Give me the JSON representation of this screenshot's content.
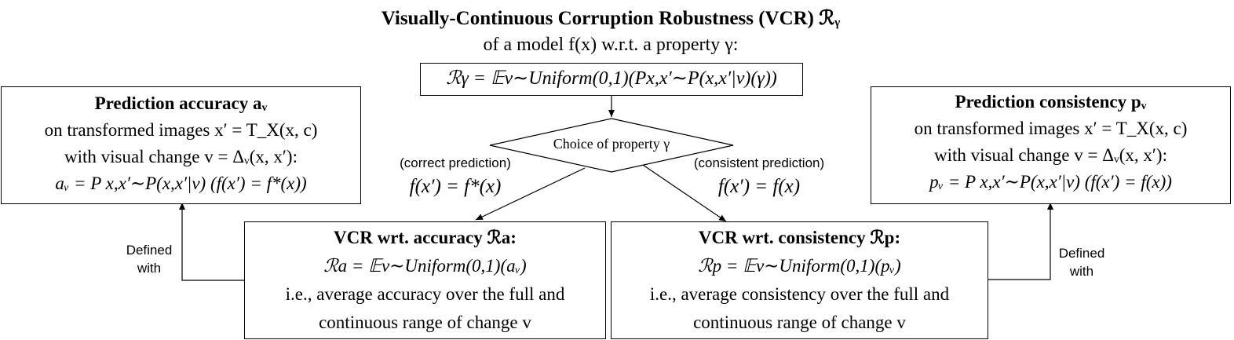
{
  "header": {
    "title": "Visually-Continuous Corruption Robustness (VCR) ℛᵧ",
    "subtitle": "of a model f(x) w.r.t. a property γ:",
    "formula": "ℛγ = 𝔼v∼Uniform(0,1)(Px,x′∼P(x,x′|v)(γ))"
  },
  "diamond": {
    "label": "Choice of property γ"
  },
  "branches": {
    "left_caption": "(correct prediction)",
    "left_formula": "f(x′) = f*(x)",
    "right_caption": "(consistent prediction)",
    "right_formula": "f(x′) = f(x)"
  },
  "accuracy_box": {
    "title": "Prediction accuracy aᵥ",
    "line1": "on transformed images x′ = T_X(x, c)",
    "line2": "with visual change v = Δᵥ(x, x′):",
    "line3": "aᵥ = P x,x′∼P(x,x′|v) (f(x′) = f*(x))"
  },
  "consistency_box": {
    "title": "Prediction consistency pᵥ",
    "line1": "on transformed images x′ = T_X(x, c)",
    "line2": "with visual change v = Δᵥ(x, x′):",
    "line3": "pᵥ = P x,x′∼P(x,x′|v) (f(x′) = f(x))"
  },
  "vcr_accuracy_box": {
    "title": "VCR wrt. accuracy ℛa:",
    "formula": "ℛa = 𝔼v∼Uniform(0,1)(aᵥ)",
    "line1": "i.e., average accuracy over the full and",
    "line2": "continuous range of change v"
  },
  "vcr_consistency_box": {
    "title": "VCR wrt. consistency ℛp:",
    "formula": "ℛp = 𝔼v∼Uniform(0,1)(pᵥ)",
    "line1": "i.e., average consistency over the full and",
    "line2": "continuous range of change v"
  },
  "defined_with_left": "Defined\nwith",
  "defined_with_right": "Defined\nwith"
}
